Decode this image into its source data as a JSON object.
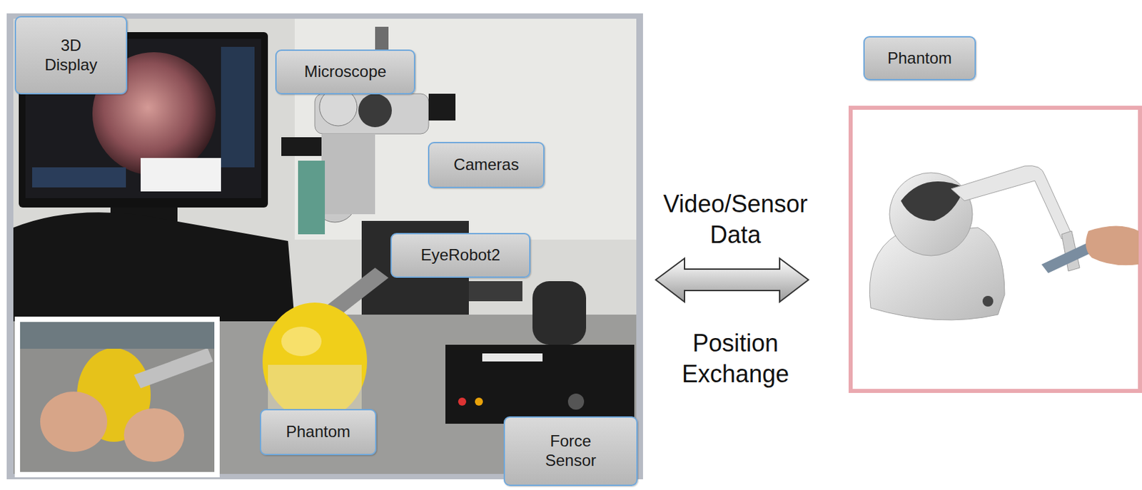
{
  "diagram": {
    "nodes": [
      {
        "text": [
          "3D Display"
        ]
      },
      {
        "text": [
          "Microscope"
        ]
      },
      {
        "text": [
          "Cameras"
        ]
      },
      {
        "text": [
          "EyeRobot2"
        ]
      },
      {
        "text": [
          "Phantom"
        ]
      },
      {
        "text": [
          "Force Sensor"
        ]
      },
      {
        "text": [
          "Phantom"
        ]
      }
    ],
    "labels": [
      "Video/Sensor Data",
      "Position Exchange"
    ]
  }
}
